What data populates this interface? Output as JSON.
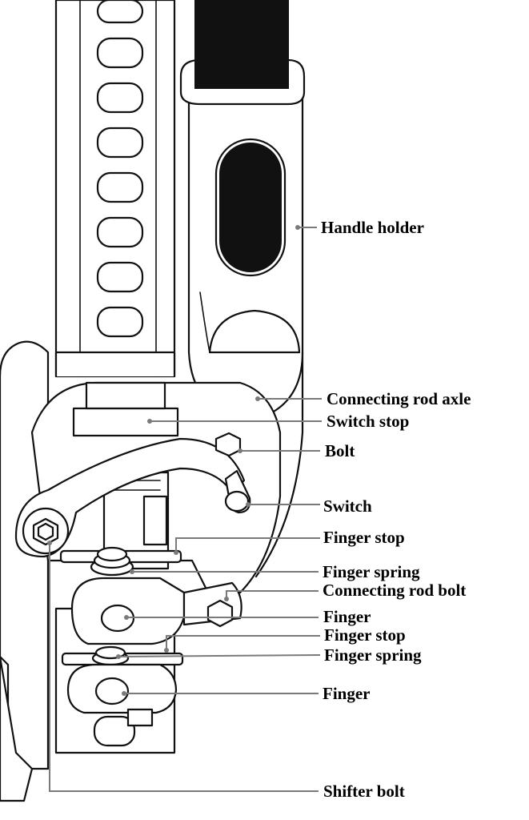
{
  "colors": {
    "line": "#111111",
    "leader": "#7a7a7a",
    "background": "#ffffff",
    "dark_fill": "#111111"
  },
  "labels": {
    "handle_holder": "Handle holder",
    "connecting_rod_axle": "Connecting rod axle",
    "switch_stop": "Switch stop",
    "bolt": "Bolt",
    "switch": "Switch",
    "finger_stop_upper": "Finger stop",
    "finger_spring_upper": "Finger spring",
    "connecting_rod_bolt": "Connecting rod bolt",
    "finger_upper": "Finger",
    "finger_stop_lower": "Finger stop",
    "finger_spring_lower": "Finger spring",
    "finger_lower": "Finger",
    "shifter_bolt": "Shifter bolt"
  }
}
